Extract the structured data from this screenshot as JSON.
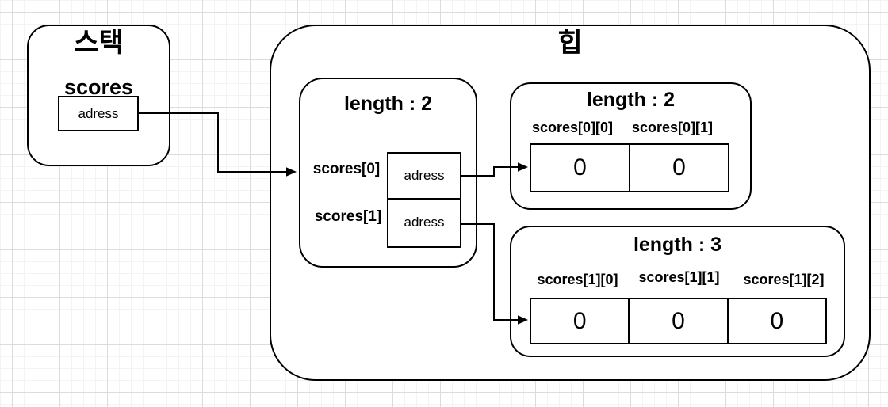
{
  "stack": {
    "title": "스택",
    "variable_name": "scores",
    "address_value": "adress"
  },
  "heap": {
    "title": "힙",
    "pointer_table": {
      "length_title": "length : 2",
      "rows": [
        {
          "label": "scores[0]",
          "value": "adress"
        },
        {
          "label": "scores[1]",
          "value": "adress"
        }
      ]
    },
    "arrays": [
      {
        "length_title": "length : 2",
        "cells": [
          {
            "label": "scores[0][0]",
            "value": "0"
          },
          {
            "label": "scores[0][1]",
            "value": "0"
          }
        ]
      },
      {
        "length_title": "length : 3",
        "cells": [
          {
            "label": "scores[1][0]",
            "value": "0"
          },
          {
            "label": "scores[1][1]",
            "value": "0"
          },
          {
            "label": "scores[1][2]",
            "value": "0"
          }
        ]
      }
    ]
  },
  "colors": {
    "stroke": "#000000",
    "background": "#ffffff",
    "grid_minor": "#f3f3f3",
    "grid_major": "#dcdcdc"
  }
}
